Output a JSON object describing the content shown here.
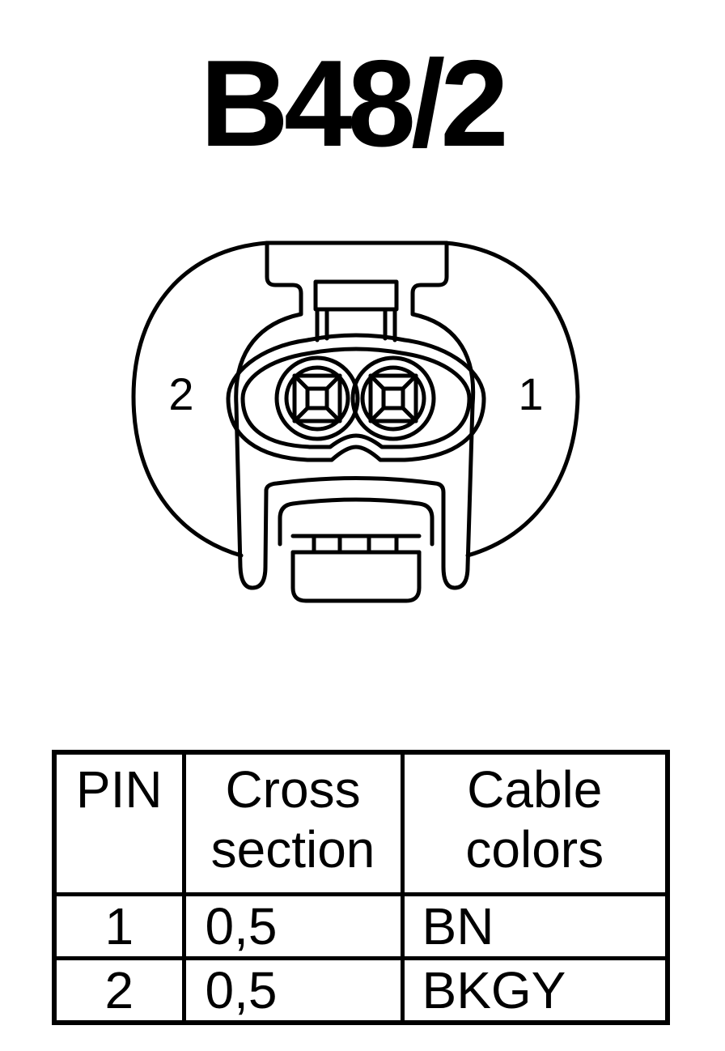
{
  "title": "B48/2",
  "connector": {
    "pin_labels": [
      "2",
      "1"
    ]
  },
  "table": {
    "headers": {
      "pin": [
        "PIN"
      ],
      "cross_section": [
        "Cross",
        "section"
      ],
      "cable_colors": [
        "Cable",
        "colors"
      ]
    },
    "rows": [
      {
        "pin": "1",
        "cross_section": "0,5",
        "cable_color": "BN"
      },
      {
        "pin": "2",
        "cross_section": "0,5",
        "cable_color": "BKGY"
      }
    ]
  }
}
